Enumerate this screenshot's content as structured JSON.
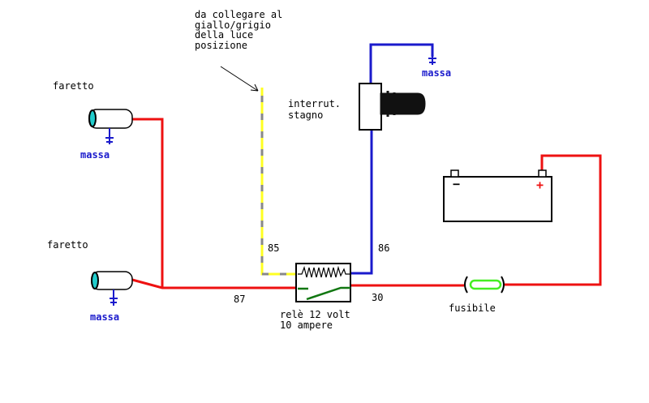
{
  "note": {
    "lines": [
      "da collegare al",
      "giallo/grigio",
      "della luce",
      "posizione"
    ]
  },
  "lamps": [
    {
      "label": "faretto",
      "ground": "massa"
    },
    {
      "label": "faretto",
      "ground": "massa"
    }
  ],
  "switch": {
    "lines": [
      "interrut.",
      "stagno"
    ],
    "ground": "massa"
  },
  "relay": {
    "lines": [
      "relè 12 volt",
      "10 ampere"
    ],
    "pins": {
      "p85": "85",
      "p86": "86",
      "p87": "87",
      "p30": "30"
    }
  },
  "battery": {
    "minus": "−",
    "plus": "+"
  },
  "fuse": {
    "label": "fusibile"
  },
  "colors": {
    "red": "#ee1111",
    "blue": "#1a1acc",
    "yellow": "#ffff22",
    "grey": "#888888",
    "green": "#117711",
    "fuse": "#44ee22",
    "lens": "#22cccc"
  }
}
